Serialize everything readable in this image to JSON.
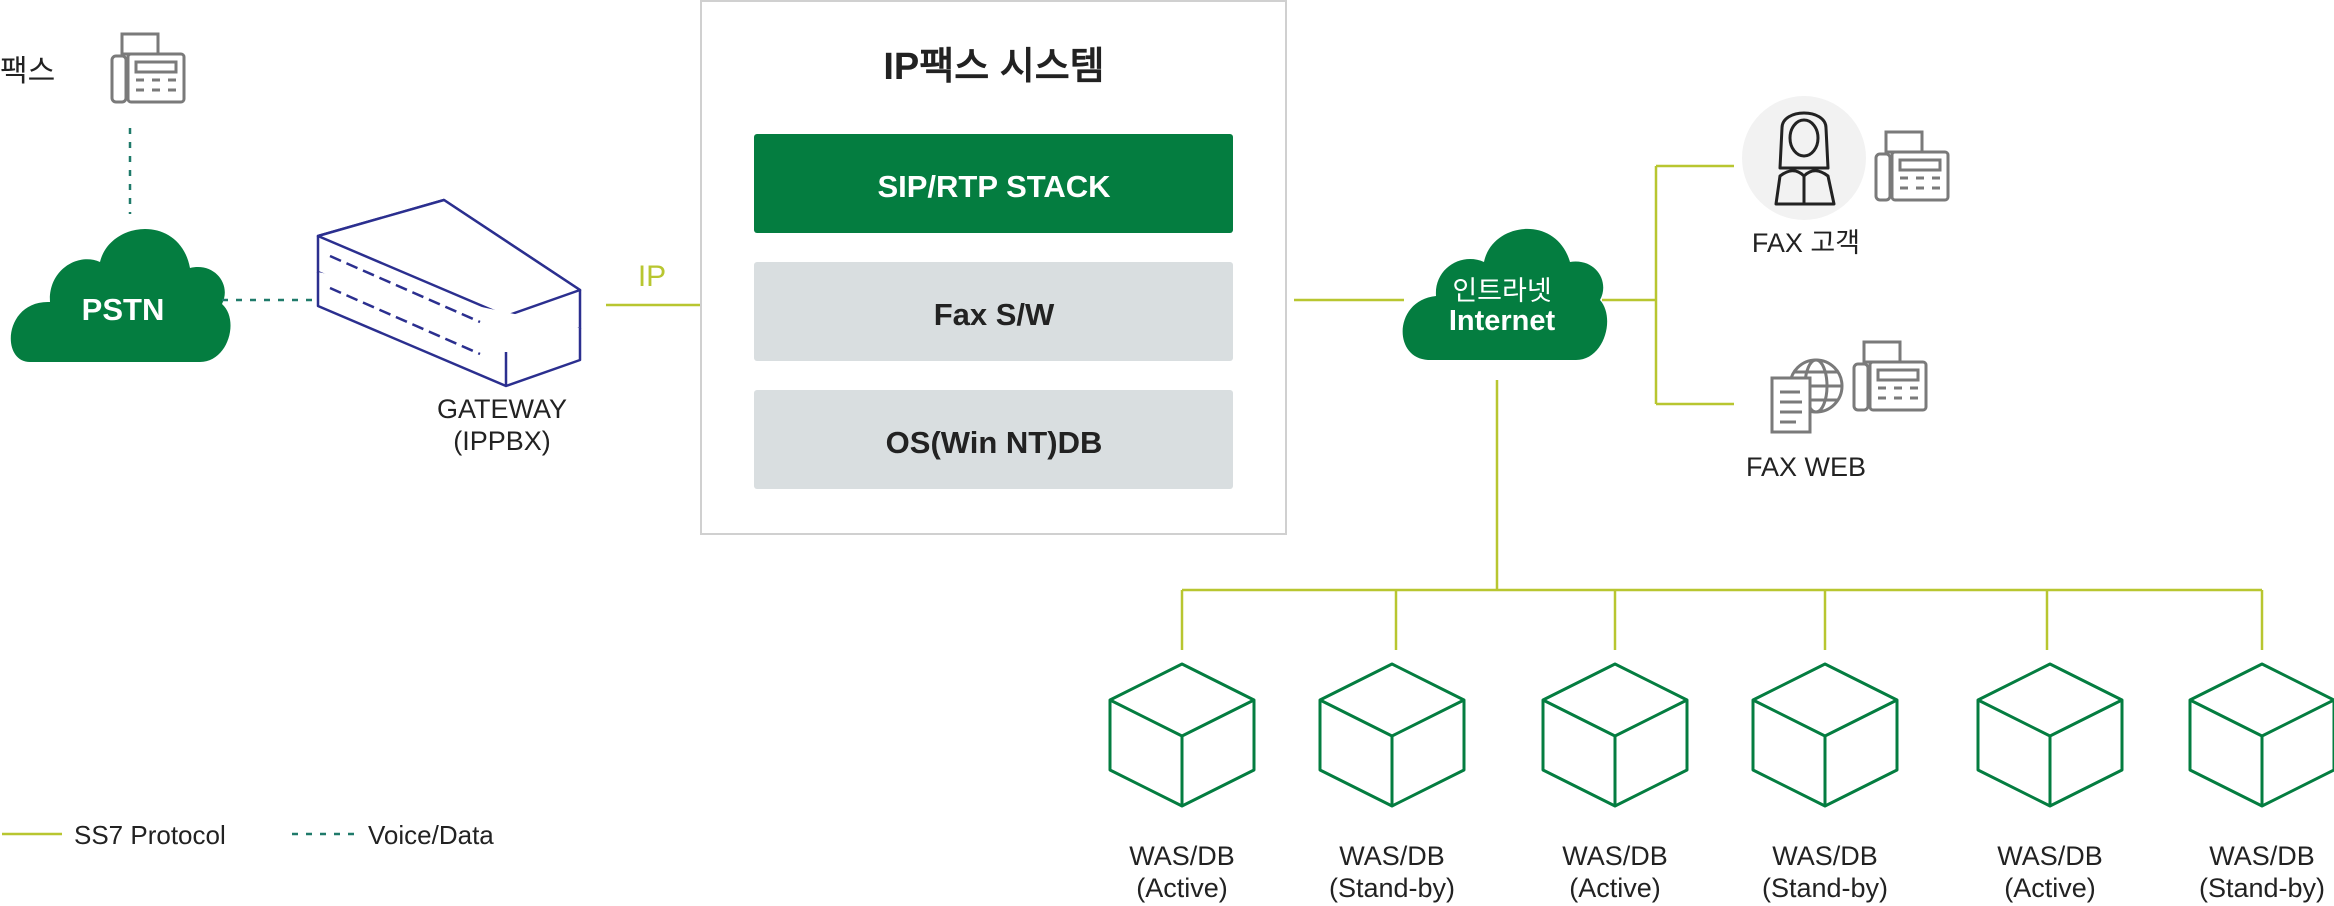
{
  "colors": {
    "accent_green": "#047d40",
    "line_yellow_green": "#b8c630",
    "dash_teal": "#1f7a6a",
    "gateway_navy": "#2b2f8f",
    "box_gray": "#d9dee0",
    "icon_gray": "#7a7a7a"
  },
  "left": {
    "fax_label": "팩스",
    "pstn_label": "PSTN",
    "gateway_label_line1": "GATEWAY",
    "gateway_label_line2": "(IPPBX)",
    "ip_label": "IP"
  },
  "system": {
    "title": "IP팩스 시스템",
    "layers": [
      "SIP/RTP STACK",
      "Fax S/W",
      "OS(Win NT)DB"
    ]
  },
  "network": {
    "cloud_line1": "인트라넷",
    "cloud_line2": "Internet"
  },
  "right": {
    "fax_customer_label": "FAX 고객",
    "fax_web_label": "FAX WEB"
  },
  "servers": [
    {
      "name": "WAS/DB",
      "state": "(Active)"
    },
    {
      "name": "WAS/DB",
      "state": "(Stand-by)"
    },
    {
      "name": "WAS/DB",
      "state": "(Active)"
    },
    {
      "name": "WAS/DB",
      "state": "(Stand-by)"
    },
    {
      "name": "WAS/DB",
      "state": "(Active)"
    },
    {
      "name": "WAS/DB",
      "state": "(Stand-by)"
    }
  ],
  "legend": {
    "ss7_label": "SS7 Protocol",
    "voice_label": "Voice/Data"
  },
  "icons": [
    "fax-machine-icon",
    "cloud-icon",
    "gateway-device-icon",
    "woman-user-icon",
    "globe-document-icon",
    "server-cube-icon"
  ]
}
